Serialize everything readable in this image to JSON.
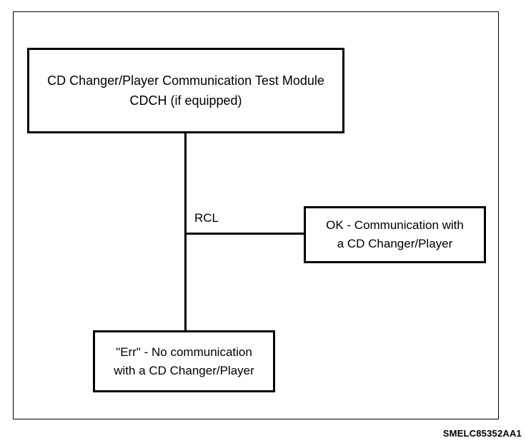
{
  "diagram": {
    "main_box": {
      "line1": "CD Changer/Player Communication Test Module",
      "line2": "CDCH (if equipped)"
    },
    "wire_label": "RCL",
    "ok_box": {
      "line1": "OK - Communication with",
      "line2": "a CD Changer/Player"
    },
    "err_box": {
      "line1": "\"Err\" - No communication",
      "line2": "with a CD Changer/Player"
    },
    "figure_id": "SMELC85352AA1"
  }
}
